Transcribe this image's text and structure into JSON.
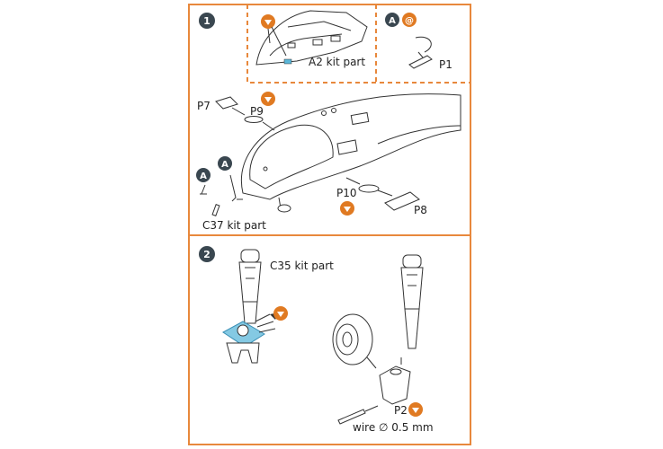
{
  "colors": {
    "frame": "#e8883c",
    "badge_dark": "#3a4750",
    "badge_orange": "#e07a22",
    "highlight": "#5bb7d9"
  },
  "step1": {
    "number": "1"
  },
  "step2": {
    "number": "2"
  },
  "labels": {
    "a2": "A2 kit part",
    "p1": "P1",
    "p7": "P7",
    "p9": "P9",
    "p10": "P10",
    "p8": "P8",
    "c37": "C37 kit part",
    "c35": "C35 kit part",
    "p2": "P2",
    "wire": "wire ∅ 0.5 mm"
  },
  "badges": {
    "a": "A",
    "at": "@"
  }
}
